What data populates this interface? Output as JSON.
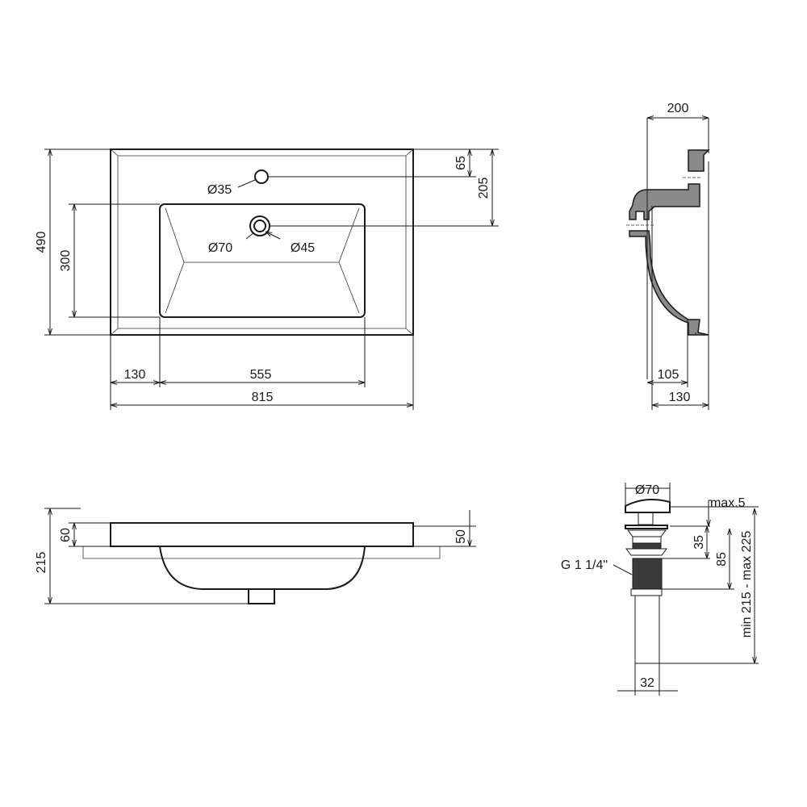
{
  "top_view": {
    "width_total": "815",
    "bowl_width": "555",
    "left_offset": "130",
    "depth_total": "490",
    "bowl_depth": "300",
    "tap_hole_offset": "65",
    "drain_offset": "205",
    "tap_hole_diameter": "Ø35",
    "drain_outer_diameter": "Ø70",
    "drain_inner_diameter": "Ø45"
  },
  "side_view": {
    "depth": "200",
    "inner_offset": "105",
    "drain_offset": "130"
  },
  "front_view": {
    "total_height": "215",
    "rim_height": "60",
    "slab_thickness": "50"
  },
  "drain_detail": {
    "cap_diameter": "Ø70",
    "cap_clearance": "max.5",
    "upper_height": "35",
    "body_height": "85",
    "length_range": "min 215 - max 225",
    "thread": "G 1 1/4\"",
    "pipe_diameter": "32"
  }
}
